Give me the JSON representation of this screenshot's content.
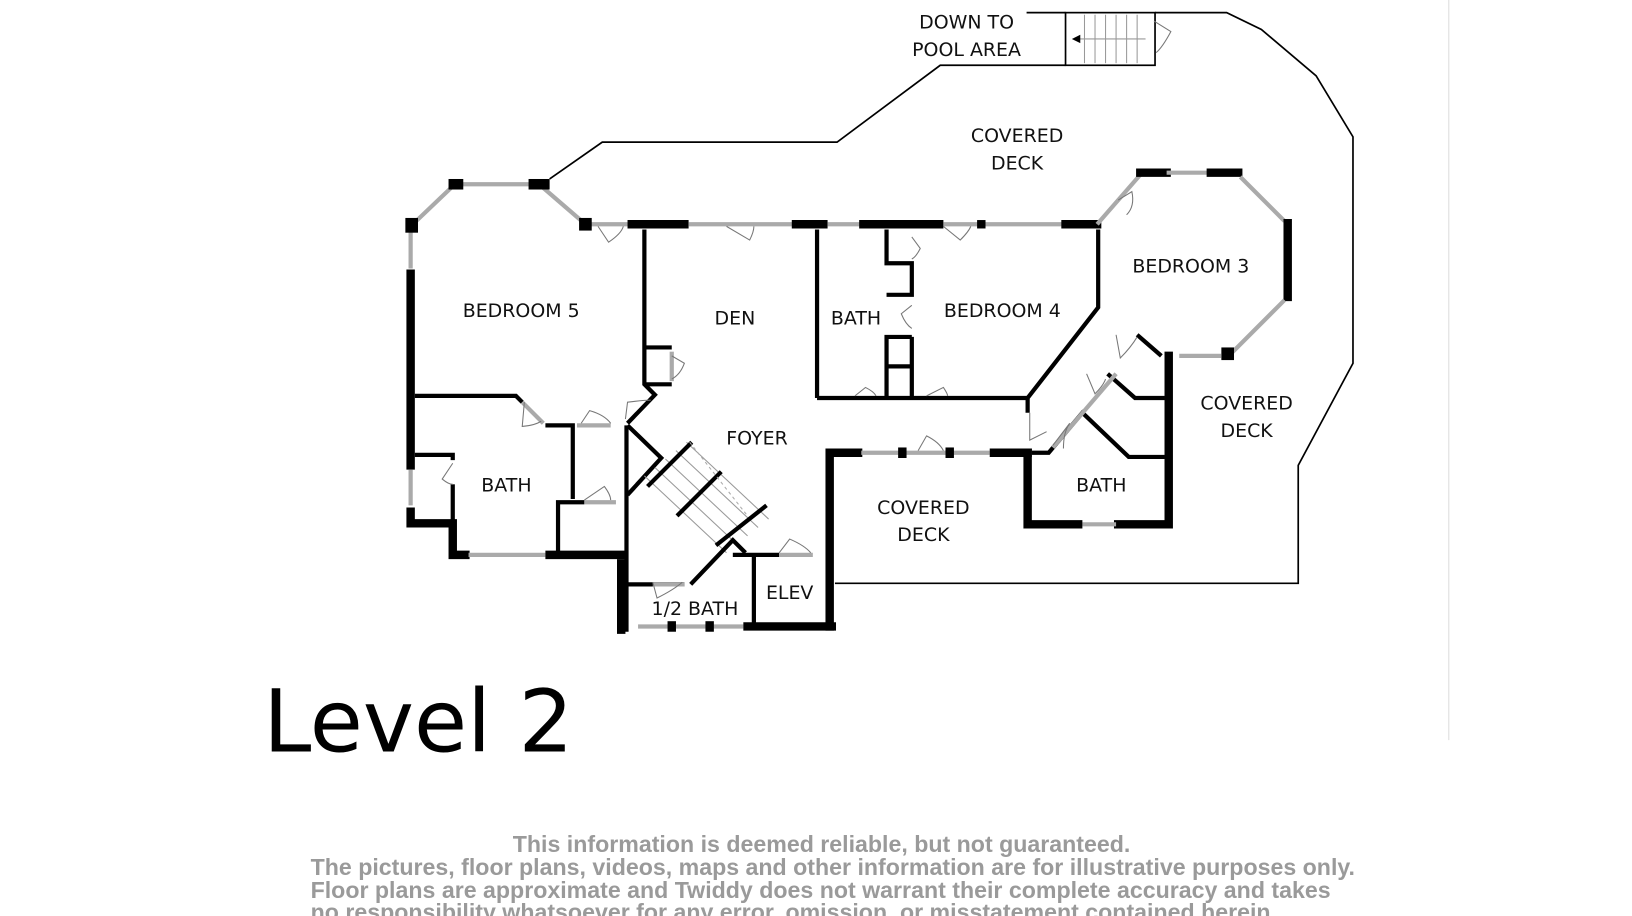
{
  "plan": {
    "level_title": "Level 2",
    "rooms": {
      "down_to_pool_1": "DOWN TO",
      "down_to_pool_2": "POOL AREA",
      "covered_deck_top_1": "COVERED",
      "covered_deck_top_2": "DECK",
      "bedroom3": "BEDROOM 3",
      "bedroom4": "BEDROOM 4",
      "bedroom5": "BEDROOM 5",
      "den": "DEN",
      "bath_b4": "BATH",
      "bath_b5": "BATH",
      "bath_b3": "BATH",
      "foyer": "FOYER",
      "covered_deck_right_1": "COVERED",
      "covered_deck_right_2": "DECK",
      "covered_deck_mid_1": "COVERED",
      "covered_deck_mid_2": "DECK",
      "half_bath": "1/2 BATH",
      "elev": "ELEV"
    }
  },
  "disclaimer": {
    "line1": "This information is deemed reliable, but not guaranteed.",
    "line2": "The pictures, floor plans, videos, maps and other information are for illustrative purposes only.",
    "line3": "Floor plans are approximate and Twiddy does not warrant their complete accuracy and takes",
    "line4": "no responsibility whatsoever for any error, omission, or misstatement contained herein."
  }
}
